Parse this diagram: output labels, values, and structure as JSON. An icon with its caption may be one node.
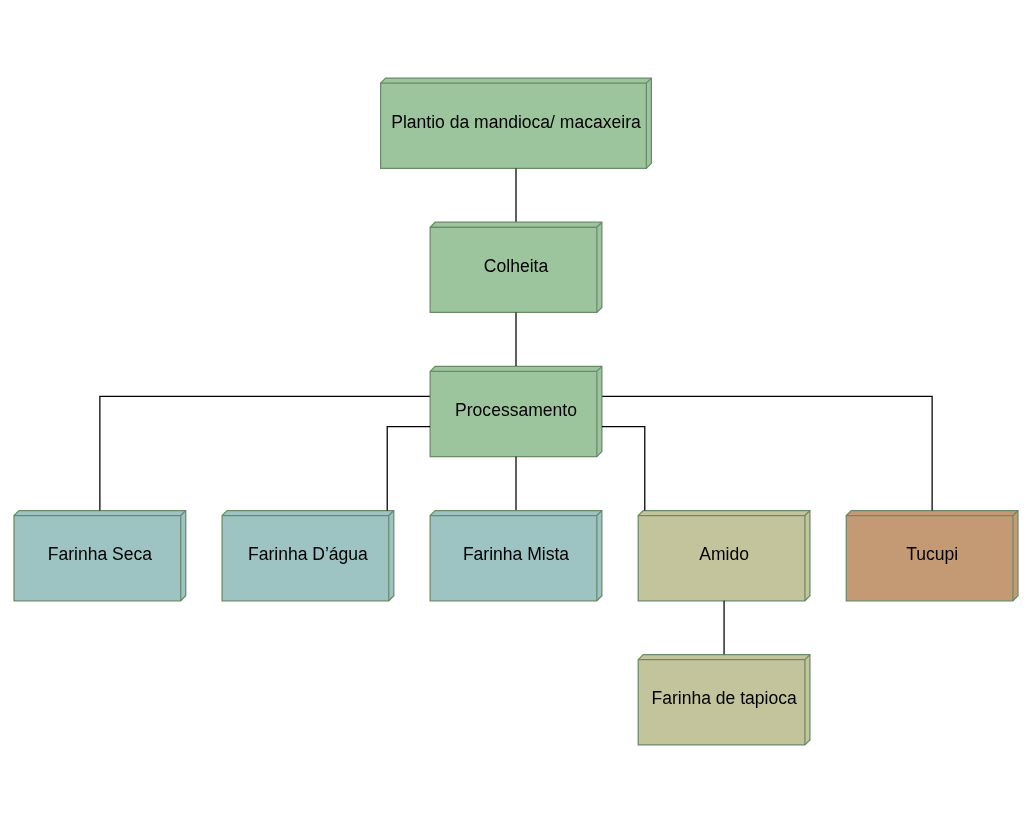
{
  "diagram": {
    "nodes": [
      {
        "text": [
          "Plantio da mandioca/ macaxeira"
        ]
      },
      {
        "text": [
          "Colheita"
        ]
      },
      {
        "text": [
          "Processamento"
        ]
      },
      {
        "text": [
          "Farinha Seca"
        ]
      },
      {
        "text": [
          "Farinha D’água"
        ]
      },
      {
        "text": [
          "Farinha Mista"
        ]
      },
      {
        "text": [
          "Amido"
        ]
      },
      {
        "text": [
          "Tucupi"
        ]
      },
      {
        "text": [
          "Farinha de tapioca"
        ]
      }
    ],
    "edges": [
      {
        "from": 0,
        "to": 1,
        "arrow": "none"
      },
      {
        "from": 1,
        "to": 2,
        "arrow": "none"
      },
      {
        "from": 2,
        "to": 3,
        "arrow": "none"
      },
      {
        "from": 2,
        "to": 4,
        "arrow": "none"
      },
      {
        "from": 2,
        "to": 5,
        "arrow": "none"
      },
      {
        "from": 2,
        "to": 6,
        "arrow": "none"
      },
      {
        "from": 2,
        "to": 7,
        "arrow": "none"
      },
      {
        "from": 6,
        "to": 8,
        "arrow": "none"
      }
    ]
  }
}
